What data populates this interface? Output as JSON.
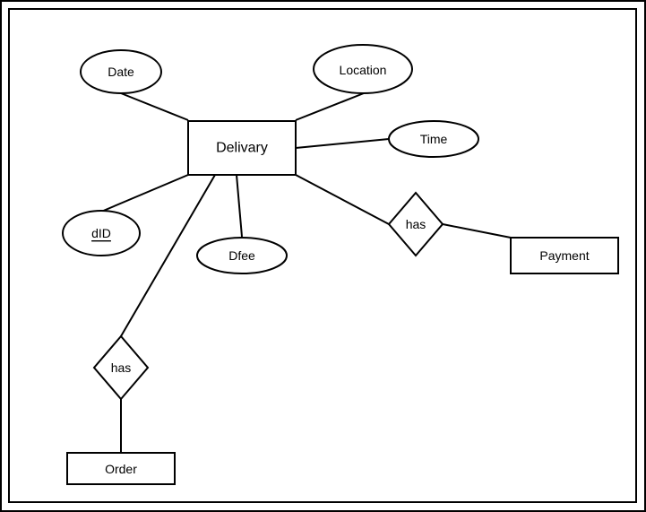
{
  "diagram": {
    "entities": {
      "delivary": "Delivary",
      "payment": "Payment",
      "order": "Order"
    },
    "attributes": {
      "date": "Date",
      "location": "Location",
      "time": "Time",
      "did": "dID",
      "dfee": "Dfee"
    },
    "relationships": {
      "has_payment": "has",
      "has_order": "has"
    }
  },
  "colors": {
    "stroke": "#000000",
    "fill": "#ffffff"
  }
}
